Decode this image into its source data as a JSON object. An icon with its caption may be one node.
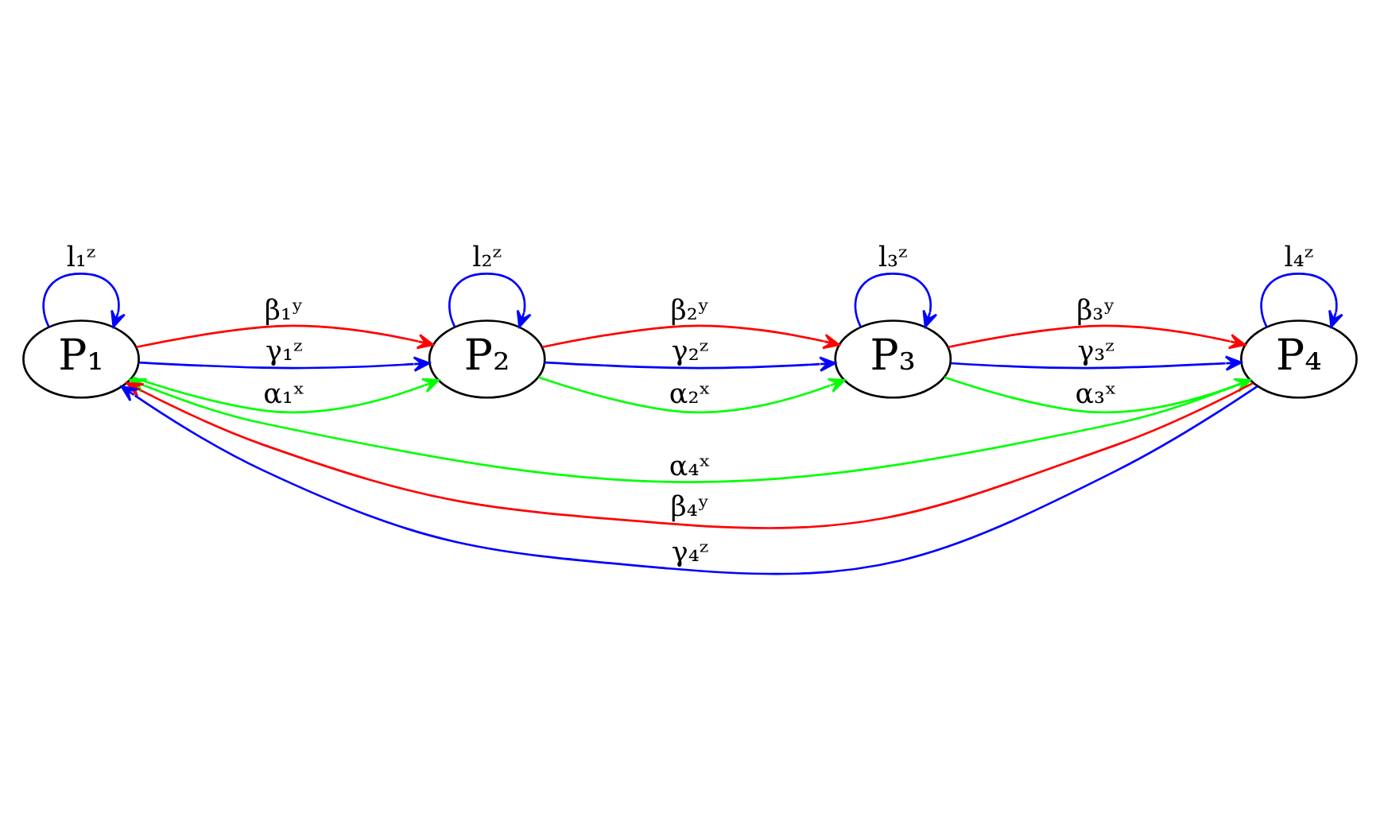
{
  "diagram": {
    "nodes": [
      {
        "text": [
          "P₁"
        ]
      },
      {
        "text": [
          "P₂"
        ]
      },
      {
        "text": [
          "P₃"
        ]
      },
      {
        "text": [
          "P₄"
        ]
      }
    ],
    "edges": [
      {
        "from": 0,
        "to": 0,
        "arrow": "to",
        "label": "l₁ᶻ"
      },
      {
        "from": 1,
        "to": 1,
        "arrow": "to",
        "label": "l₂ᶻ"
      },
      {
        "from": 2,
        "to": 2,
        "arrow": "to",
        "label": "l₃ᶻ"
      },
      {
        "from": 3,
        "to": 3,
        "arrow": "to",
        "label": "l₄ᶻ"
      },
      {
        "from": 3,
        "to": 0,
        "arrow": "to",
        "label": "α₄ˣ",
        "color": "#00ff00"
      },
      {
        "from": 0,
        "to": 1,
        "arrow": "to",
        "label": "β₁ʸ",
        "color": "#ff0000"
      },
      {
        "from": 0,
        "to": 1,
        "arrow": "to",
        "label": "γ₁ᶻ"
      },
      {
        "from": 0,
        "to": 1,
        "arrow": "to",
        "label": "α₁ˣ",
        "color": "#00ff00"
      },
      {
        "from": 1,
        "to": 2,
        "arrow": "to",
        "label": "β₂ʸ",
        "color": "#ff0000"
      },
      {
        "from": 1,
        "to": 2,
        "arrow": "to",
        "label": "γ₂ᶻ"
      },
      {
        "from": 1,
        "to": 2,
        "arrow": "to",
        "label": "α₂ˣ",
        "color": "#00ff00"
      },
      {
        "from": 2,
        "to": 3,
        "arrow": "to",
        "label": "β₃ʸ",
        "color": "#ff0000"
      },
      {
        "from": 2,
        "to": 3,
        "arrow": "to",
        "label": "γ₃ᶻ"
      },
      {
        "from": 2,
        "to": 3,
        "arrow": "to",
        "label": "α₃ˣ",
        "color": "#00ff00"
      },
      {
        "from": 3,
        "to": 0,
        "arrow": "to",
        "label": "β₄ʸ",
        "color": "#ff0000"
      },
      {
        "from": 3,
        "to": 0,
        "arrow": "to",
        "label": "γ₄ᶻ"
      }
    ]
  }
}
